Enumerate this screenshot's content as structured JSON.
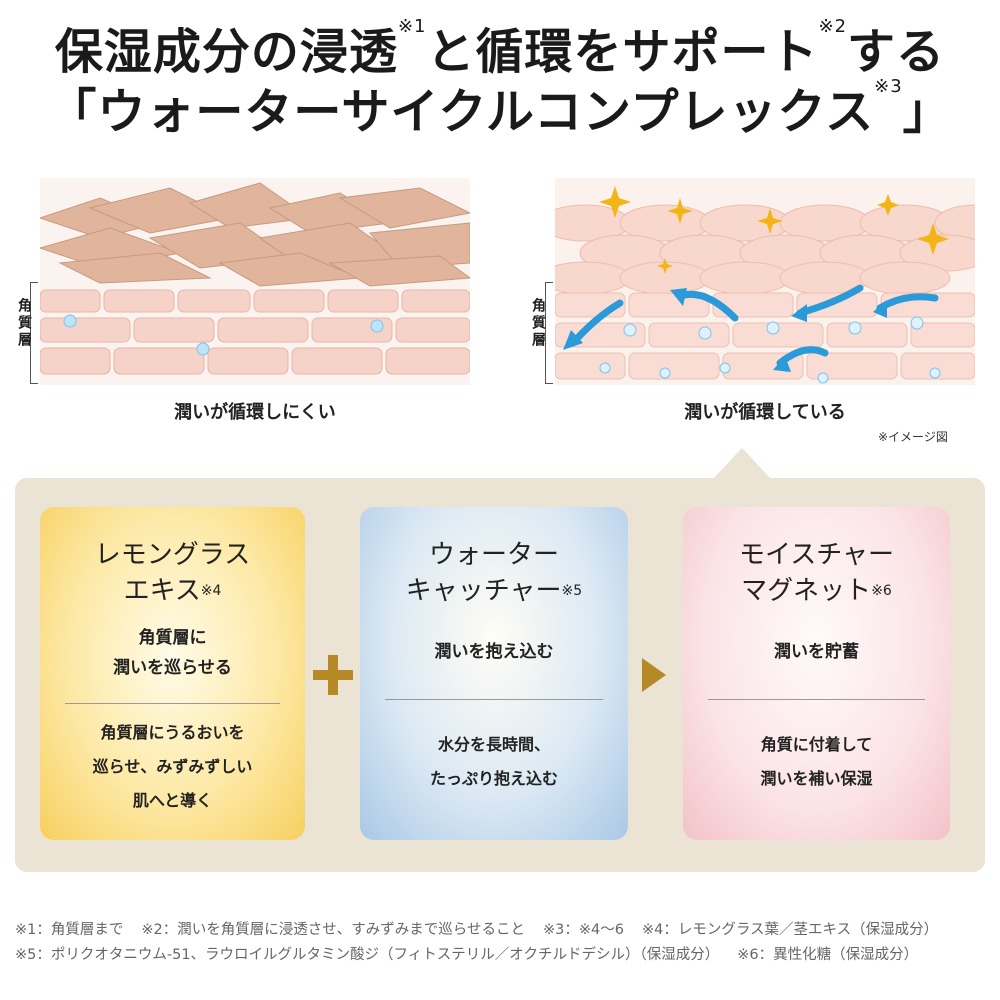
{
  "title": {
    "line1_a": "保湿成分の浸透",
    "line1_sup1": "※1",
    "line1_b": "と循環をサポート",
    "line1_sup2": "※2",
    "line1_c": "する",
    "line2_a": "「ウォーターサイクルコンプレックス",
    "line2_sup": "※3",
    "line2_b": "」"
  },
  "illustrations": {
    "layer_label": "角質層",
    "left_caption": "潤いが循環しにくい",
    "right_caption": "潤いが循環している",
    "image_note": "※イメージ図"
  },
  "cards": [
    {
      "name_line1": "レモングラス",
      "name_line2": "エキス",
      "sup": "※4",
      "sub_line1": "角質層に",
      "sub_line2": "潤いを巡らせる",
      "desc_line1": "角質層にうるおいを",
      "desc_line2": "巡らせ、みずみずしい",
      "desc_line3": "肌へと導く"
    },
    {
      "name_line1": "ウォーター",
      "name_line2": "キャッチャー",
      "sup": "※5",
      "sub_line1": "潤いを抱え込む",
      "desc_line1": "水分を長時間、",
      "desc_line2": "たっぷり抱え込む"
    },
    {
      "name_line1": "モイスチャー",
      "name_line2": "マグネット",
      "sup": "※6",
      "sub_line1": "潤いを貯蓄",
      "desc_line1": "角質に付着して",
      "desc_line2": "潤いを補い保湿"
    }
  ],
  "footnotes": [
    "※1：角質層まで",
    "※2：潤いを角質層に浸透させ、すみずみまで巡らせること",
    "※3：※4〜6",
    "※4：レモングラス葉／茎エキス（保湿成分）",
    "※5：ポリクオタニウム-51、ラウロイルグルタミン酸ジ（フィトステリル／オクチルドデシル）（保湿成分）",
    "※6：異性化糖（保湿成分）"
  ],
  "colors": {
    "accent": "#b58a26",
    "panel": "#ebe3d3",
    "arrow_blue": "#2a9ad8",
    "sparkle": "#f2b515"
  }
}
